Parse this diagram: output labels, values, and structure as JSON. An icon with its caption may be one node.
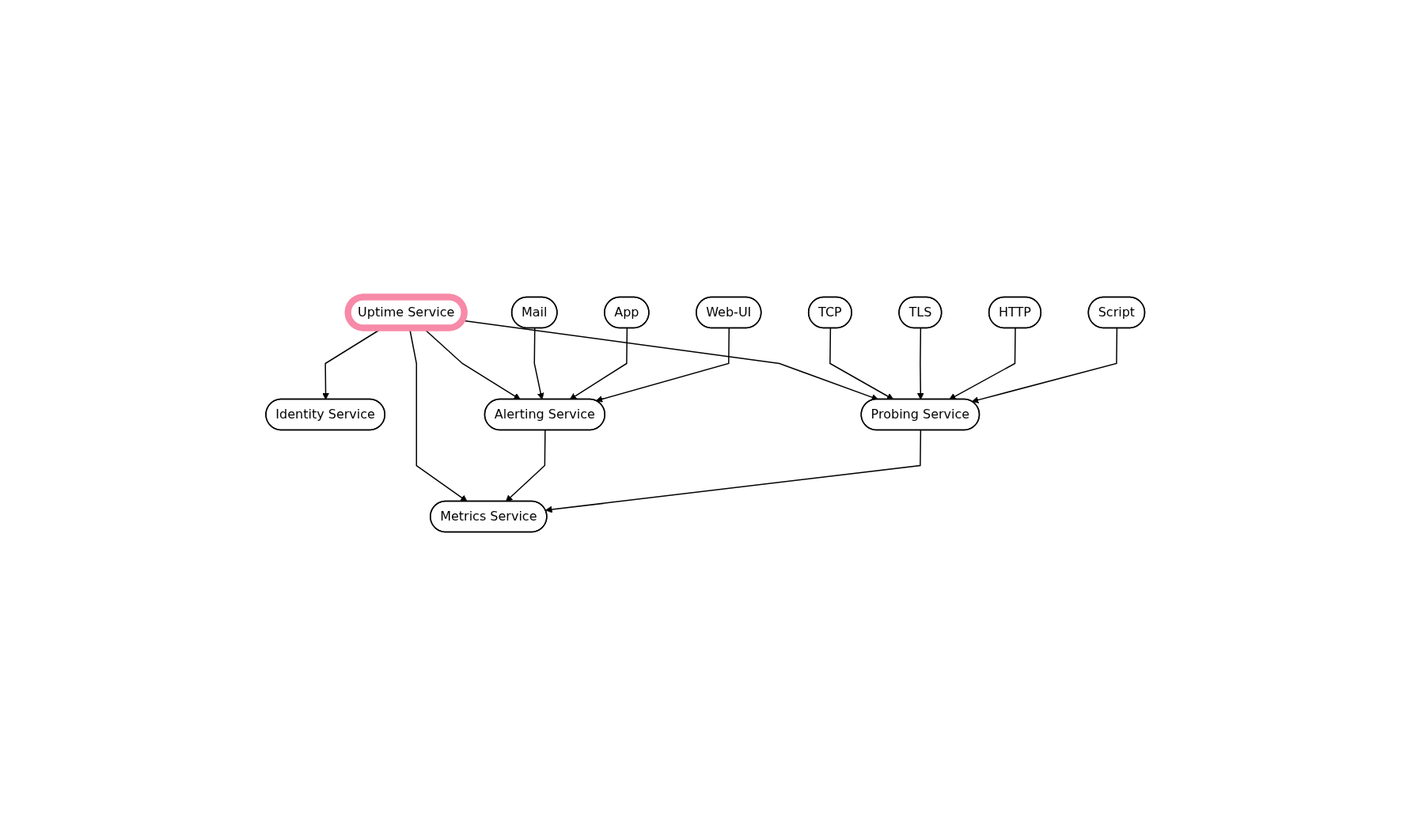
{
  "diagram": {
    "nodes": [
      {
        "text": [
          "Identity Service"
        ]
      },
      {
        "text": [
          "Uptime Service"
        ]
      },
      {
        "text": [
          "Alerting Service"
        ]
      },
      {
        "text": [
          "Mail"
        ]
      },
      {
        "text": [
          "App"
        ]
      },
      {
        "text": [
          "Web-UI"
        ]
      },
      {
        "text": [
          "Probing Service"
        ]
      },
      {
        "text": [
          "Metrics Service"
        ]
      },
      {
        "text": [
          "TCP"
        ]
      },
      {
        "text": [
          "TLS"
        ]
      },
      {
        "text": [
          "HTTP"
        ]
      },
      {
        "text": [
          "Script"
        ]
      }
    ],
    "edges": [
      {
        "from": 1,
        "to": 0,
        "arrow": "to"
      },
      {
        "from": 1,
        "to": 2,
        "arrow": "to"
      },
      {
        "from": 3,
        "to": 2,
        "arrow": "to"
      },
      {
        "from": 4,
        "to": 2,
        "arrow": "to"
      },
      {
        "from": 5,
        "to": 2,
        "arrow": "to"
      },
      {
        "from": 1,
        "to": 6,
        "arrow": "to"
      },
      {
        "from": 1,
        "to": 7,
        "arrow": "to"
      },
      {
        "from": 2,
        "to": 7,
        "arrow": "to"
      },
      {
        "from": 6,
        "to": 7,
        "arrow": "to"
      },
      {
        "from": 8,
        "to": 6,
        "arrow": "to"
      },
      {
        "from": 9,
        "to": 6,
        "arrow": "to"
      },
      {
        "from": 10,
        "to": 6,
        "arrow": "to"
      },
      {
        "from": 11,
        "to": 6,
        "arrow": "to"
      }
    ]
  }
}
